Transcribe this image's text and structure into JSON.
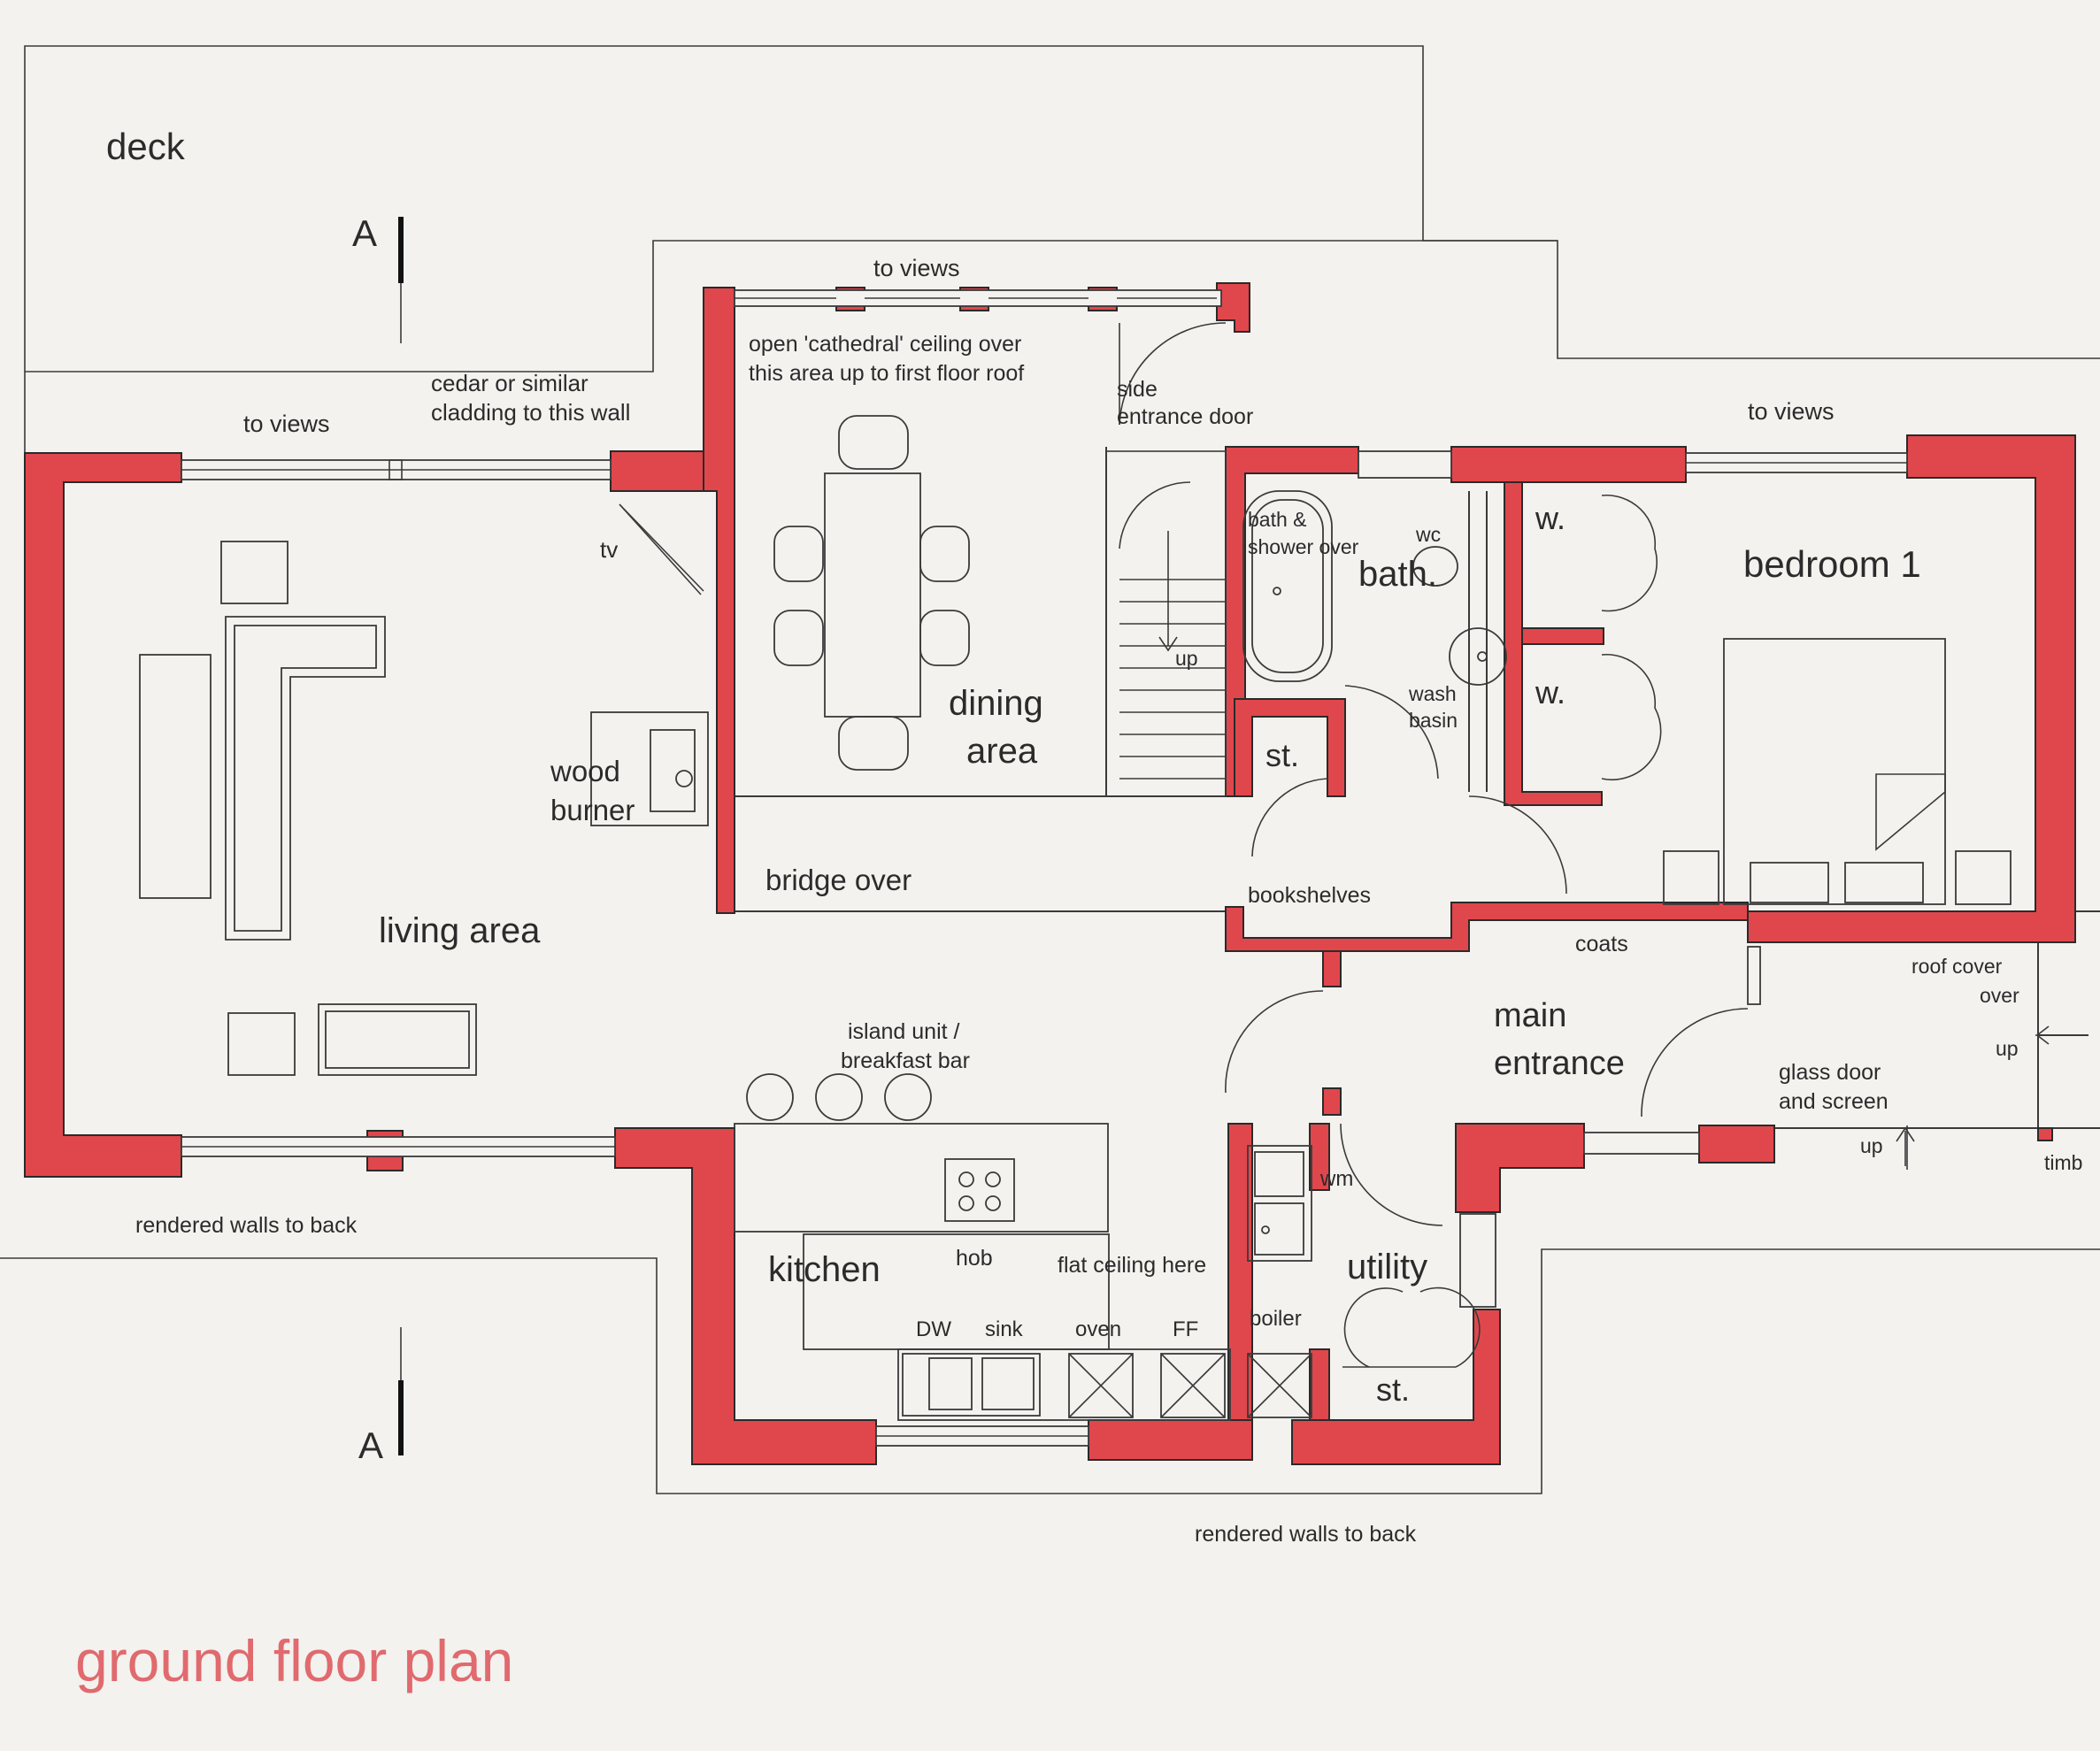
{
  "labels": {
    "deck": "deck",
    "section_top": "A",
    "section_bottom": "A",
    "to_views_top": "to views",
    "to_views_left": "to views",
    "to_views_right": "to views",
    "cedar_line1": "cedar or similar",
    "cedar_line2": "cladding to this wall",
    "cathedral_line1": "open 'cathedral' ceiling over",
    "cathedral_line2": "this area up to first floor roof",
    "side_entrance_line1": "side",
    "side_entrance_line2": "entrance door",
    "tv": "tv",
    "wood_burner_line1": "wood",
    "wood_burner_line2": "burner",
    "living_area": "living area",
    "dining_line1": "dining",
    "dining_line2": "area",
    "bridge_over": "bridge over",
    "bath_shower_line1": "bath &",
    "bath_shower_line2": "shower over",
    "wc": "wc",
    "bath": "bath.",
    "wash_basin_line1": "wash",
    "wash_basin_line2": "basin",
    "store_upper": "st.",
    "store_lower": "st.",
    "stairs_up": "up",
    "wardrobe_1": "w.",
    "wardrobe_2": "w.",
    "bedroom_1": "bedroom 1",
    "bookshelves": "bookshelves",
    "coats": "coats",
    "main_entrance_line1": "main",
    "main_entrance_line2": "entrance",
    "roof_cover_line1": "roof cover",
    "roof_cover_line2": "over",
    "up_right": "up",
    "up_lower": "up",
    "glass_door_line1": "glass door",
    "glass_door_line2": "and screen",
    "timb": "timb",
    "island_line1": "island unit /",
    "island_line2": "breakfast bar",
    "kitchen": "kitchen",
    "hob": "hob",
    "flat_ceiling": "flat ceiling here",
    "dw": "DW",
    "sink": "sink",
    "oven": "oven",
    "ff": "FF",
    "boiler": "boiler",
    "wm": "wm",
    "utility": "utility",
    "rendered_left": "rendered walls to back",
    "rendered_bottom": "rendered walls to back",
    "title": "ground floor plan"
  },
  "colors": {
    "wall": "#e0474c",
    "title": "#e06a6e",
    "paper": "#f3f2ef",
    "ink": "#2b2b2b"
  }
}
